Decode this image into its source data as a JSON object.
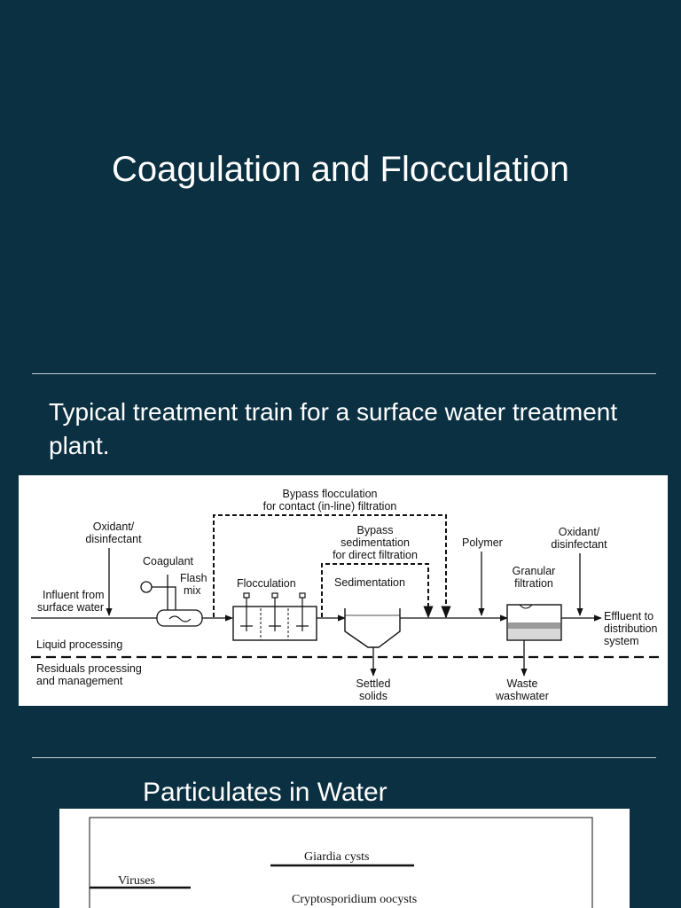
{
  "slide": {
    "title": "Coagulation and Flocculation",
    "subtitle": "Typical treatment train for a surface water treatment plant.",
    "section_heading": "Particulates in Water"
  },
  "diagram": {
    "bypass_flocculation": [
      "Bypass flocculation",
      "for contact (in-line) filtration"
    ],
    "oxidant_left": [
      "Oxidant/",
      "disinfectant"
    ],
    "coagulant": "Coagulant",
    "flash_mix": [
      "Flash",
      "mix"
    ],
    "influent": [
      "Influent from",
      "surface water"
    ],
    "flocculation": "Flocculation",
    "bypass_sedimentation": [
      "Bypass",
      "sedimentation",
      "for direct filtration"
    ],
    "sedimentation": "Sedimentation",
    "polymer": "Polymer",
    "granular_filtration": [
      "Granular",
      "filtration"
    ],
    "oxidant_right": [
      "Oxidant/",
      "disinfectant"
    ],
    "effluent": [
      "Effluent to",
      "distribution",
      "system"
    ],
    "liquid_processing": "Liquid processing",
    "residuals": [
      "Residuals processing",
      "and management"
    ],
    "settled_solids": [
      "Settled",
      "solids"
    ],
    "waste_washwater": [
      "Waste",
      "washwater"
    ]
  },
  "particulates": {
    "giardia": "Giardia cysts",
    "viruses": "Viruses",
    "cryptosporidium": "Cryptosporidium oocysts"
  }
}
